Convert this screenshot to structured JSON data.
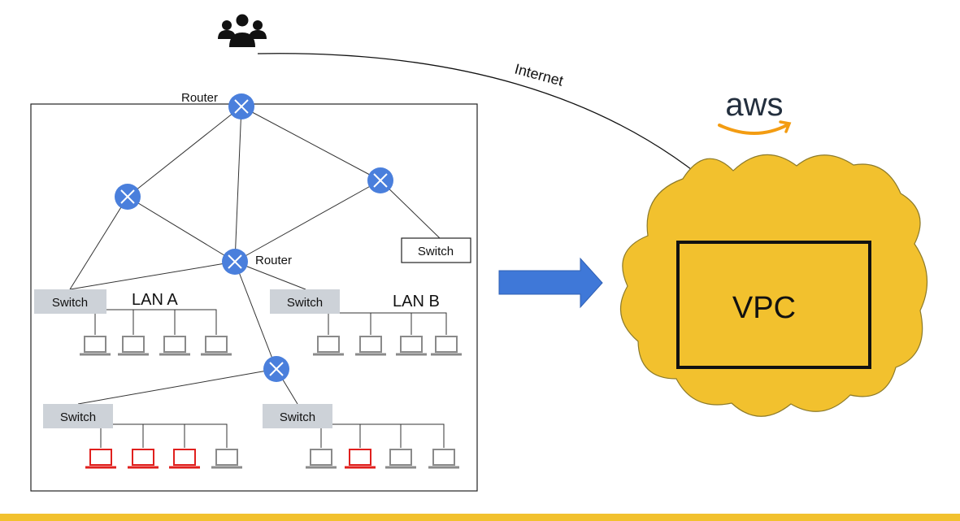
{
  "labels": {
    "router_top": "Router",
    "router_mid": "Router",
    "switch_right": "Switch",
    "switch_a": "Switch",
    "switch_b": "Switch",
    "switch_c": "Switch",
    "switch_d": "Switch",
    "lan_a": "LAN A",
    "lan_b": "LAN B",
    "internet": "Internet",
    "aws": "aws",
    "vpc": "VPC"
  },
  "colors": {
    "router": "#4a7fdc",
    "switch_fill": "#cdd2d8",
    "laptop": "#8a8a8a",
    "laptop_alert": "#e0201e",
    "arrow": "#3f78d8",
    "cloud": "#f2c12e",
    "aws_smile": "#f39c12",
    "bottom_bar": "#f2c12e"
  },
  "icons": {
    "users": "users-icon",
    "router": "router-icon",
    "laptop": "laptop-icon"
  },
  "lan_groups": [
    {
      "name": "lan-a",
      "laptops": [
        "normal",
        "normal",
        "normal",
        "normal"
      ]
    },
    {
      "name": "lan-b",
      "laptops": [
        "normal",
        "normal",
        "normal",
        "normal"
      ]
    },
    {
      "name": "lan-c",
      "laptops": [
        "alert",
        "alert",
        "alert",
        "normal"
      ]
    },
    {
      "name": "lan-d",
      "laptops": [
        "normal",
        "alert",
        "normal",
        "normal"
      ]
    }
  ]
}
